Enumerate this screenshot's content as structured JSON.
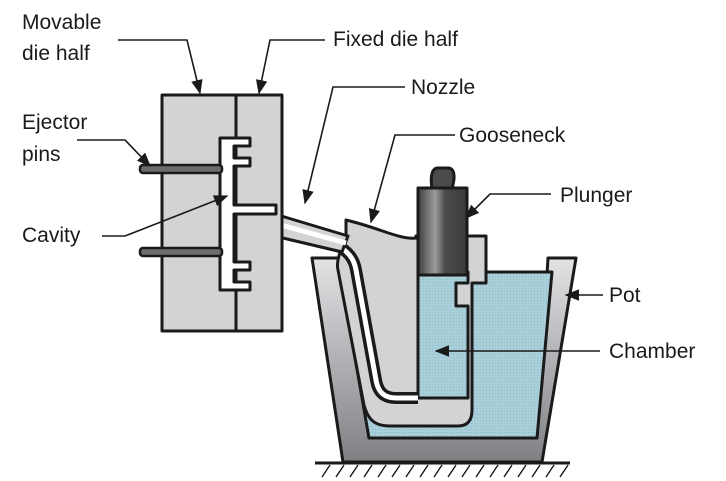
{
  "title": "Hot-chamber die casting machine",
  "labels": {
    "movable_die_line1": "Movable",
    "movable_die_line2": "die half",
    "fixed_die": "Fixed die half",
    "nozzle": "Nozzle",
    "gooseneck": "Gooseneck",
    "ejector_line1": "Ejector",
    "ejector_line2": "pins",
    "plunger": "Plunger",
    "cavity": "Cavity",
    "pot": "Pot",
    "chamber": "Chamber"
  },
  "colors": {
    "die": "#d2d3d5",
    "metal": "#a9cfdb",
    "plunger": "#4a4b4d",
    "outline": "#1a1a1a"
  }
}
